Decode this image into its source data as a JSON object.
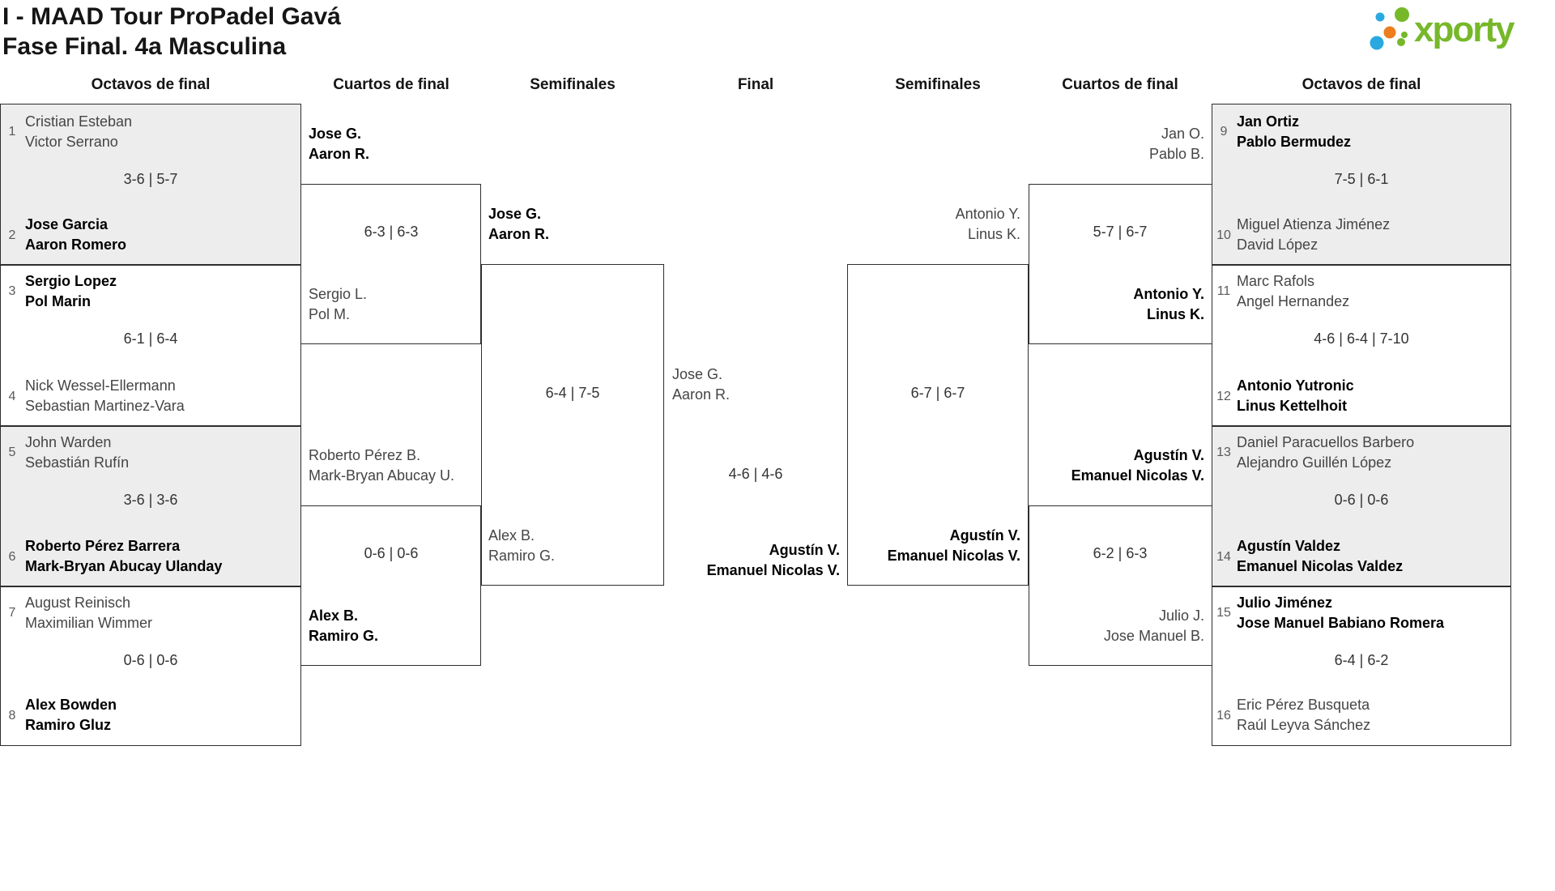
{
  "title": {
    "line1": "I - MAAD Tour ProPadel Gavá",
    "line2": "Fase Final. 4a Masculina"
  },
  "logo": {
    "text": "xporty"
  },
  "brand_colors": {
    "green": "#76b82a",
    "blue": "#2aa9e0",
    "orange": "#ee7d1d"
  },
  "rounds": {
    "octavos_left": "Octavos de final",
    "cuartos_left": "Cuartos de final",
    "semis_left": "Semifinales",
    "final": "Final",
    "semis_right": "Semifinales",
    "cuartos_right": "Cuartos de final",
    "octavos_right": "Octavos de final"
  },
  "octavos_left": [
    {
      "seed_top": "1",
      "team_top": [
        "Cristian Esteban",
        "Victor Serrano"
      ],
      "top_winner": false,
      "score": "3-6 | 5-7",
      "seed_bottom": "2",
      "team_bottom": [
        "Jose Garcia",
        "Aaron Romero"
      ],
      "bottom_winner": true
    },
    {
      "seed_top": "3",
      "team_top": [
        "Sergio Lopez",
        "Pol Marin"
      ],
      "top_winner": true,
      "score": "6-1 | 6-4",
      "seed_bottom": "4",
      "team_bottom": [
        "Nick Wessel-Ellermann",
        "Sebastian Martinez-Vara"
      ],
      "bottom_winner": false
    },
    {
      "seed_top": "5",
      "team_top": [
        "John Warden",
        "Sebastián Rufín"
      ],
      "top_winner": false,
      "score": "3-6 | 3-6",
      "seed_bottom": "6",
      "team_bottom": [
        "Roberto Pérez Barrera",
        "Mark-Bryan Abucay Ulanday"
      ],
      "bottom_winner": true
    },
    {
      "seed_top": "7",
      "team_top": [
        "August Reinisch",
        "Maximilian Wimmer"
      ],
      "top_winner": false,
      "score": "0-6 | 0-6",
      "seed_bottom": "8",
      "team_bottom": [
        "Alex Bowden",
        "Ramiro Gluz"
      ],
      "bottom_winner": true
    }
  ],
  "octavos_right": [
    {
      "seed_top": "9",
      "team_top": [
        "Jan Ortiz",
        "Pablo Bermudez"
      ],
      "top_winner": true,
      "score": "7-5 | 6-1",
      "seed_bottom": "10",
      "team_bottom": [
        "Miguel Atienza Jiménez",
        "David López"
      ],
      "bottom_winner": false
    },
    {
      "seed_top": "11",
      "team_top": [
        "Marc Rafols",
        "Angel Hernandez"
      ],
      "top_winner": false,
      "score": "4-6 | 6-4 | 7-10",
      "seed_bottom": "12",
      "team_bottom": [
        "Antonio Yutronic",
        "Linus Kettelhoit"
      ],
      "bottom_winner": true
    },
    {
      "seed_top": "13",
      "team_top": [
        "Daniel Paracuellos Barbero",
        "Alejandro Guillén López"
      ],
      "top_winner": false,
      "score": "0-6 | 0-6",
      "seed_bottom": "14",
      "team_bottom": [
        "Agustín Valdez",
        "Emanuel Nicolas Valdez"
      ],
      "bottom_winner": true
    },
    {
      "seed_top": "15",
      "team_top": [
        "Julio Jiménez",
        "Jose Manuel Babiano Romera"
      ],
      "top_winner": true,
      "score": "6-4 | 6-2",
      "seed_bottom": "16",
      "team_bottom": [
        "Eric Pérez Busqueta",
        "Raúl Leyva Sánchez"
      ],
      "bottom_winner": false
    }
  ],
  "cuartos_left": [
    {
      "team_top": [
        "Jose G.",
        "Aaron R."
      ],
      "top_winner": true,
      "score": "6-3 | 6-3",
      "team_bottom": [
        "Sergio L.",
        "Pol M."
      ],
      "bottom_winner": false
    },
    {
      "team_top": [
        "Roberto Pérez B.",
        "Mark-Bryan Abucay U."
      ],
      "top_winner": false,
      "score": "0-6 | 0-6",
      "team_bottom": [
        "Alex B.",
        "Ramiro G."
      ],
      "bottom_winner": true
    }
  ],
  "cuartos_right": [
    {
      "team_top": [
        "Jan O.",
        "Pablo B."
      ],
      "top_winner": false,
      "score": "5-7 | 6-7",
      "team_bottom": [
        "Antonio Y.",
        "Linus K."
      ],
      "bottom_winner": true
    },
    {
      "team_top": [
        "Agustín V.",
        "Emanuel Nicolas V."
      ],
      "top_winner": true,
      "score": "6-2 | 6-3",
      "team_bottom": [
        "Julio J.",
        "Jose Manuel B."
      ],
      "bottom_winner": false
    }
  ],
  "semis_left": {
    "team_top": [
      "Jose G.",
      "Aaron R."
    ],
    "top_winner": true,
    "score": "6-4 | 7-5",
    "team_bottom": [
      "Alex B.",
      "Ramiro G."
    ],
    "bottom_winner": false
  },
  "semis_right": {
    "team_top": [
      "Antonio Y.",
      "Linus K."
    ],
    "top_winner": false,
    "score": "6-7 | 6-7",
    "team_bottom": [
      "Agustín V.",
      "Emanuel Nicolas V."
    ],
    "bottom_winner": true
  },
  "final": {
    "team_left": [
      "Jose G.",
      "Aaron R."
    ],
    "left_winner": false,
    "score": "4-6 | 4-6",
    "team_right": [
      "Agustín V.",
      "Emanuel Nicolas V."
    ],
    "right_winner": true
  }
}
